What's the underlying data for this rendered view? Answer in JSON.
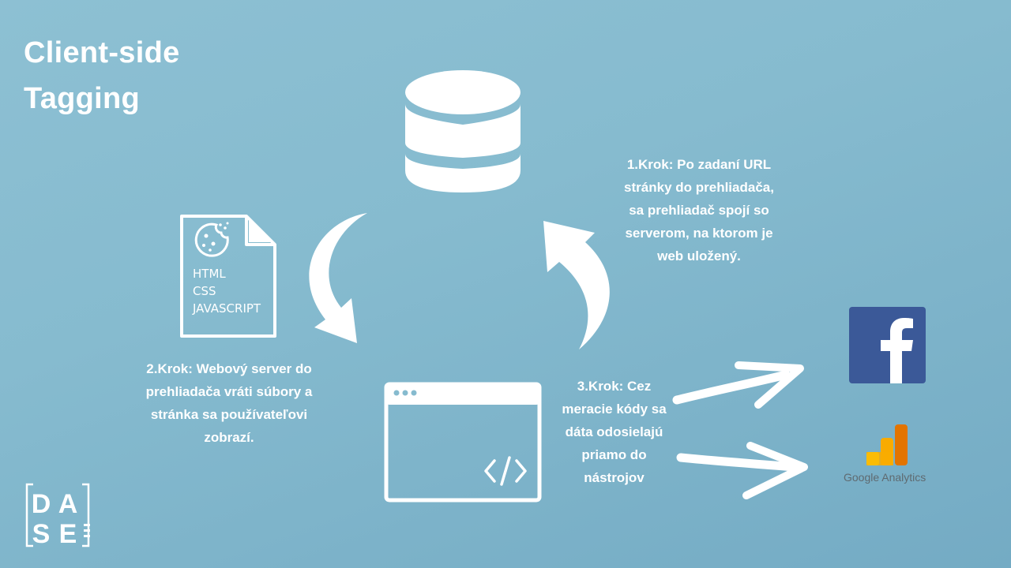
{
  "title": {
    "line1": "Client-side",
    "line2": "Tagging"
  },
  "document": {
    "lines": [
      "HTML",
      "CSS",
      "JAVASCRIPT"
    ]
  },
  "steps": {
    "step1": [
      "1.Krok: Po zadaní URL",
      "stránky do prehliadača,",
      "sa prehliadač spojí so",
      "serverom, na ktorom je",
      "web uložený."
    ],
    "step2": [
      "2.Krok: Webový server do",
      "prehliadača vráti súbory a",
      "stránka sa používateľovi",
      "zobrazí."
    ],
    "step3": [
      "3.Krok: Cez",
      "meracie kódy sa",
      "dáta odosielajú",
      "priamo do",
      "nástrojov"
    ]
  },
  "tools": {
    "google_analytics_label": "Google Analytics"
  },
  "logo": {
    "letters": [
      "D",
      "A",
      "S",
      "E"
    ]
  },
  "colors": {
    "background": "#86bbcf",
    "foreground": "#ffffff",
    "facebook": "#3b5998",
    "ga_yellow": "#fbbc04",
    "ga_orange": "#f9ab00",
    "ga_dark_orange": "#e37400"
  },
  "icons": [
    "database-icon",
    "document-icon",
    "cookie-icon",
    "browser-window-icon",
    "code-icon",
    "facebook-icon",
    "google-analytics-icon",
    "dase-logo"
  ]
}
